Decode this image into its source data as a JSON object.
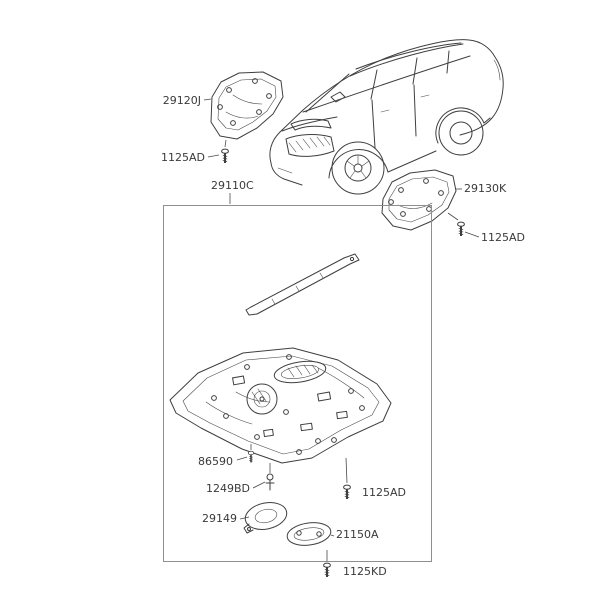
{
  "diagram": {
    "type": "exploded-parts-diagram",
    "subject": "vehicle under cover / floor panel assembly",
    "background": "#ffffff",
    "line_color": "#3f3f3f",
    "label_color": "#3a3a3a",
    "box_color": "#8f8f8f",
    "labels": {
      "part_29120J": "29120J",
      "fastener_1125AD_left": "1125AD",
      "assembly_29110C": "29110C",
      "part_29130K": "29130K",
      "fastener_1125AD_right": "1125AD",
      "part_86590": "86590",
      "fastener_1249BD": "1249BD",
      "part_29149": "29149",
      "part_21150A": "21150A",
      "fastener_1125AD_center": "1125AD",
      "fastener_1125KD": "1125KD"
    }
  }
}
